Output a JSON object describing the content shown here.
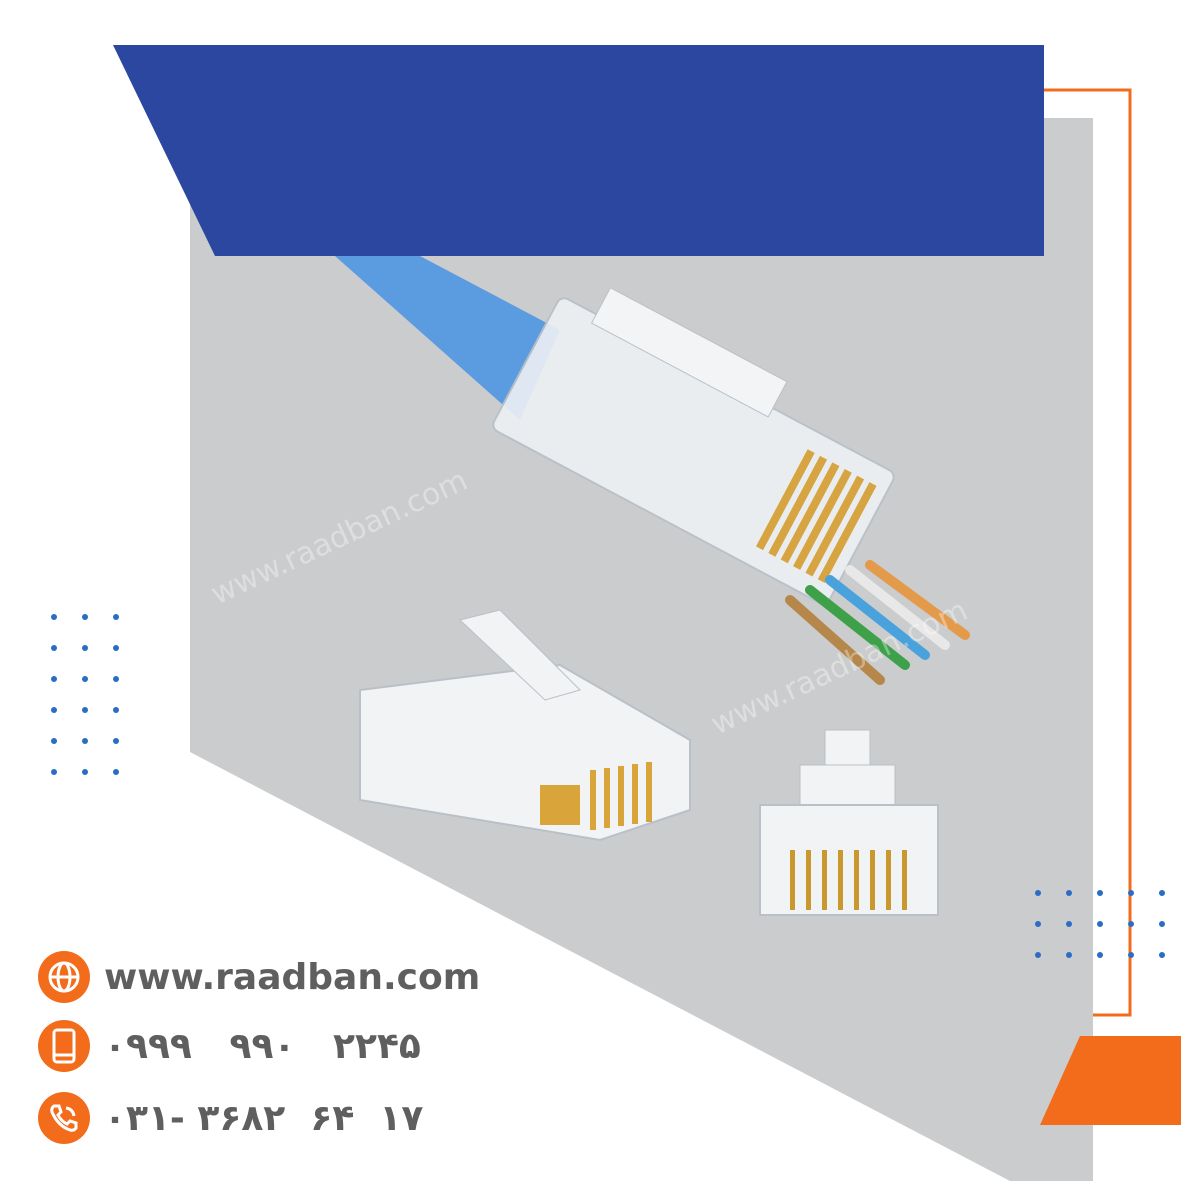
{
  "brand": {
    "watermark": "www.raadban.com"
  },
  "contacts": {
    "website": "www.raadban.com",
    "mobile": "۰۹۹۹   ۹۹۰   ۲۲۴۵",
    "phone": "۰۳۱- ۳۶۸۲  ۶۴  ۱۷"
  },
  "colors": {
    "blue": "#2b479f",
    "orange": "#f26c1c",
    "gray": "#cbcccd",
    "text": "#5f5f5f"
  },
  "icons": [
    "globe-icon",
    "mobile-phone-icon",
    "phone-call-icon"
  ]
}
